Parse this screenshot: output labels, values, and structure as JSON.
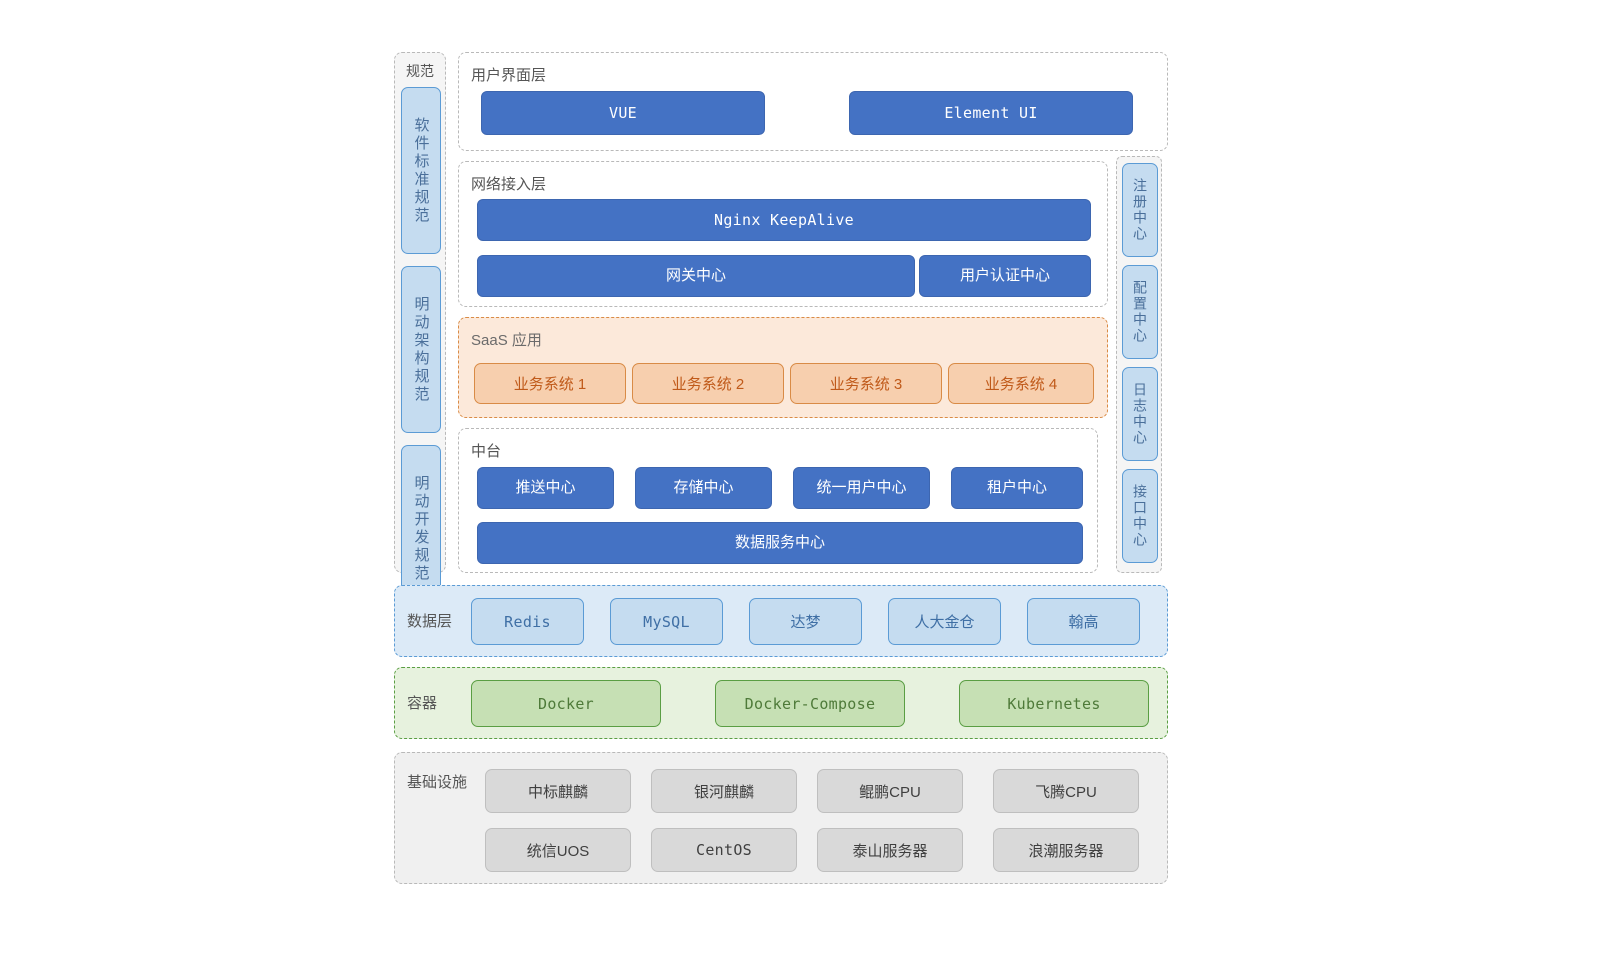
{
  "spec_rail": {
    "title": "规范",
    "items": [
      {
        "label": "软件标准规范"
      },
      {
        "label": "明动架构规范"
      },
      {
        "label": "明动开发规范"
      }
    ]
  },
  "center_rail": {
    "items": [
      {
        "label": "注册中心"
      },
      {
        "label": "配置中心"
      },
      {
        "label": "日志中心"
      },
      {
        "label": "接口中心"
      }
    ]
  },
  "ui_layer": {
    "label": "用户界面层",
    "items": [
      {
        "label": "VUE"
      },
      {
        "label": "Element UI"
      }
    ]
  },
  "network_layer": {
    "label": "网络接入层",
    "row1": [
      {
        "label": "Nginx KeepAlive"
      }
    ],
    "row2": [
      {
        "label": "网关中心"
      },
      {
        "label": "用户认证中心"
      }
    ]
  },
  "saas_layer": {
    "label": "SaaS 应用",
    "items": [
      {
        "label": "业务系统 1"
      },
      {
        "label": "业务系统 2"
      },
      {
        "label": "业务系统 3"
      },
      {
        "label": "业务系统 4"
      }
    ]
  },
  "middle_layer": {
    "label": "中台",
    "row1": [
      {
        "label": "推送中心"
      },
      {
        "label": "存储中心"
      },
      {
        "label": "统一用户中心"
      },
      {
        "label": "租户中心"
      }
    ],
    "row2": [
      {
        "label": "数据服务中心"
      }
    ]
  },
  "data_layer": {
    "label": "数据层",
    "items": [
      {
        "label": "Redis"
      },
      {
        "label": "MySQL"
      },
      {
        "label": "达梦"
      },
      {
        "label": "人大金仓"
      },
      {
        "label": "翰高"
      }
    ]
  },
  "container_layer": {
    "label": "容器",
    "items": [
      {
        "label": "Docker"
      },
      {
        "label": "Docker-Compose"
      },
      {
        "label": "Kubernetes"
      }
    ]
  },
  "infra_layer": {
    "label": "基础设施",
    "row1": [
      {
        "label": "中标麒麟"
      },
      {
        "label": "银河麒麟"
      },
      {
        "label": "鲲鹏CPU"
      },
      {
        "label": "飞腾CPU"
      }
    ],
    "row2": [
      {
        "label": "统信UOS"
      },
      {
        "label": "CentOS"
      },
      {
        "label": "泰山服务器"
      },
      {
        "label": "浪潮服务器"
      }
    ]
  },
  "colors": {
    "primary_blue": "#4472c4",
    "light_blue": "#c5dcf0",
    "blue_border": "#5b9bd5",
    "orange": "#d98b46",
    "orange_fill": "#f7cfae",
    "orange_bg": "#fce9da",
    "green": "#5a9e43",
    "green_fill": "#c6e0b4",
    "green_bg": "#e7f2de",
    "gray_fill": "#d9d9d9",
    "gray_bg": "#f0f0f0"
  }
}
